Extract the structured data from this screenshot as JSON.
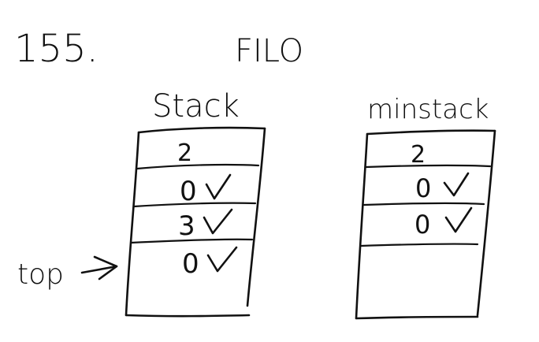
{
  "problem_number": "155.",
  "heading": "FILO",
  "stack": {
    "title": "Stack",
    "cells": [
      {
        "value": "2",
        "checked": false
      },
      {
        "value": "0",
        "checked": true
      },
      {
        "value": "3",
        "checked": true
      },
      {
        "value": "0",
        "checked": true
      }
    ]
  },
  "minstack": {
    "title": "minstack",
    "cells": [
      {
        "value": "2",
        "checked": false
      },
      {
        "value": "0",
        "checked": true
      },
      {
        "value": "0",
        "checked": true
      }
    ]
  },
  "pointer_label": "top",
  "ink_color": "#111111"
}
